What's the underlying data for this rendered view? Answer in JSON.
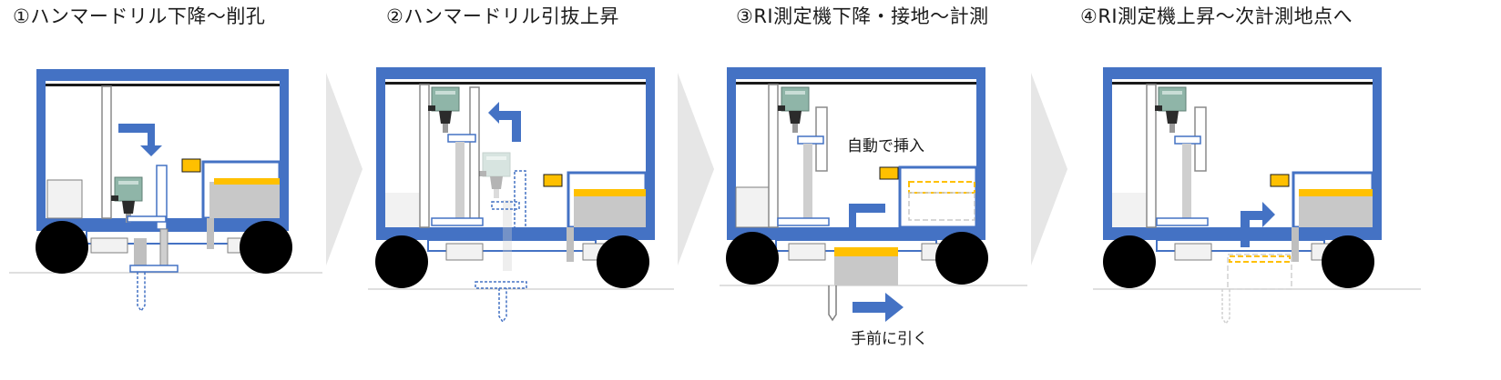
{
  "steps": [
    {
      "title": "①ハンマードリル下降～削孔"
    },
    {
      "title": "②ハンマードリル引抜上昇"
    },
    {
      "title": "③RI測定機下降・接地～計測"
    },
    {
      "title": "④RI測定機上昇～次計測地点へ"
    }
  ],
  "notes": {
    "auto_insert": "自動で挿入",
    "pull_forward": "手前に引く"
  },
  "colors": {
    "frame": "#4472c4",
    "instrument": "#ffc000",
    "body_gray": "#c8c8c8",
    "wheel": "#000000",
    "chevron": "#e6e6e6"
  }
}
